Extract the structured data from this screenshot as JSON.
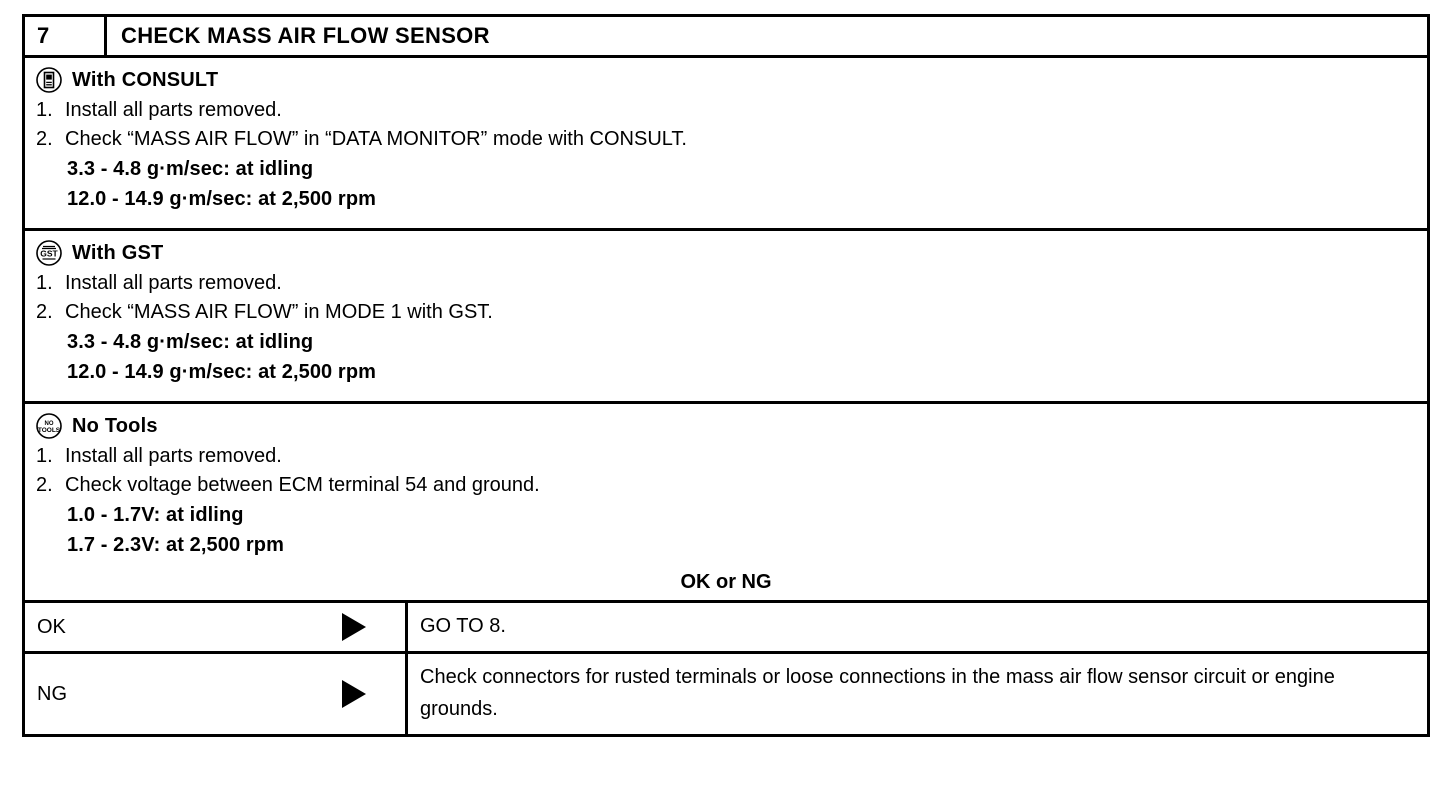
{
  "step": {
    "number": "7",
    "title": "CHECK MASS AIR FLOW SENSOR"
  },
  "methods": [
    {
      "icon": "consult-tool-icon",
      "label": "With CONSULT",
      "items": [
        {
          "num": "1.",
          "text": "Install all parts removed."
        },
        {
          "num": "2.",
          "text": "Check “MASS AIR FLOW” in “DATA MONITOR” mode with CONSULT."
        }
      ],
      "specs": [
        "3.3 - 4.8 g·m/sec: at idling",
        "12.0 - 14.9 g·m/sec: at 2,500 rpm"
      ]
    },
    {
      "icon": "gst-tool-icon",
      "label": "With GST",
      "items": [
        {
          "num": "1.",
          "text": "Install all parts removed."
        },
        {
          "num": "2.",
          "text": "Check “MASS AIR FLOW” in MODE 1 with GST."
        }
      ],
      "specs": [
        "3.3 - 4.8 g·m/sec: at idling",
        "12.0 - 14.9 g·m/sec: at 2,500 rpm"
      ]
    },
    {
      "icon": "no-tools-icon",
      "label": "No Tools",
      "items": [
        {
          "num": "1.",
          "text": "Install all parts removed."
        },
        {
          "num": "2.",
          "text": "Check voltage between ECM terminal 54 and ground."
        }
      ],
      "specs": [
        "1.0 - 1.7V: at idling",
        "1.7 - 2.3V: at 2,500 rpm"
      ]
    }
  ],
  "decision": {
    "label": "OK or NG"
  },
  "results": [
    {
      "label": "OK",
      "action": "GO TO 8."
    },
    {
      "label": "NG",
      "action": "Check connectors for rusted terminals or loose connections in the mass air flow sensor circuit or engine grounds."
    }
  ],
  "icon_text": {
    "gst": "GST",
    "no_tools_line1": "NO",
    "no_tools_line2": "TOOLS"
  }
}
